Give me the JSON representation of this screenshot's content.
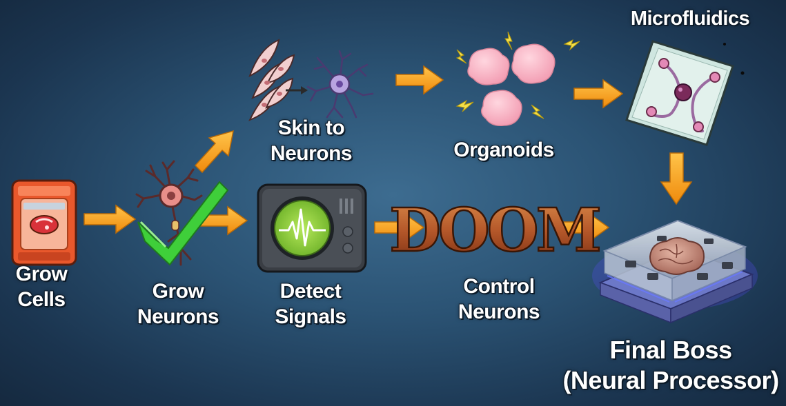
{
  "steps": {
    "grow_cells": {
      "line1": "Grow",
      "line2": "Cells"
    },
    "grow_neurons": {
      "line1": "Grow",
      "line2": "Neurons"
    },
    "skin_to_neurons": {
      "line1": "Skin to",
      "line2": "Neurons"
    },
    "detect_signals": {
      "line1": "Detect",
      "line2": "Signals"
    },
    "organoids": {
      "label": "Organoids"
    },
    "control_neurons": {
      "line1": "Control",
      "line2": "Neurons"
    },
    "microfluidics": {
      "label": "Microfluidics"
    },
    "final_boss": {
      "line1": "Final Boss",
      "line2": "(Neural Processor)"
    }
  },
  "doom_logo": {
    "text": "DOOM"
  },
  "colors": {
    "arrow": "#f29a12",
    "background": "#2b5374",
    "check": "#3fcf3a",
    "signal_screen": "#8fd33a",
    "organoid": "#f7b3c4"
  }
}
